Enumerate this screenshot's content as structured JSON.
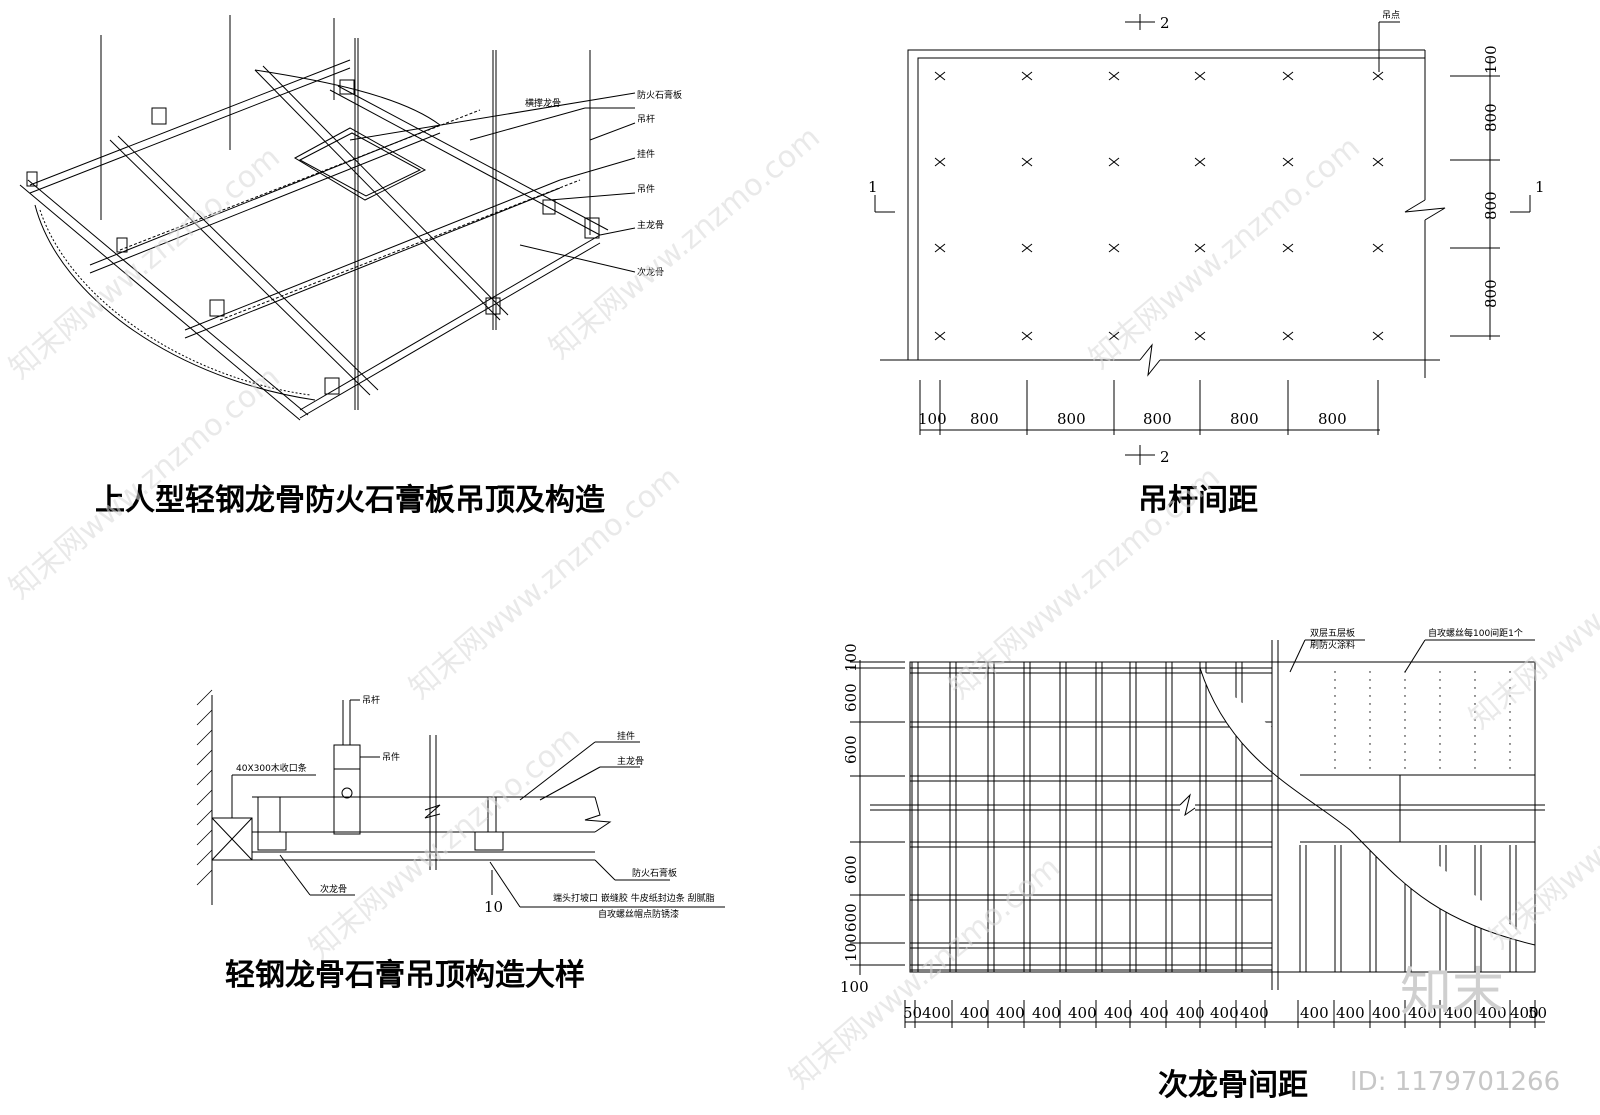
{
  "titles": {
    "iso": "上人型轻钢龙骨防火石膏板吊顶及构造",
    "rod": "吊杆间距",
    "detail": "轻钢龙骨石膏吊顶构造大样",
    "secondary": "次龙骨间距"
  },
  "iso_labels": [
    "横撑龙骨",
    "防火石膏板",
    "吊杆",
    "挂件",
    "吊件",
    "主龙骨",
    "次龙骨"
  ],
  "rod_plan": {
    "hanger_point": "吊点",
    "section2": "2",
    "section1": "1",
    "bottom_dims": [
      "100",
      "800",
      "800",
      "800",
      "800",
      "800"
    ],
    "right_dims": [
      "100",
      "800",
      "800",
      "800"
    ]
  },
  "detail_labels": {
    "rod": "吊杆",
    "hanger": "吊件",
    "trim": "40X300木收口条",
    "clip": "挂件",
    "main": "主龙骨",
    "board": "防火石膏板",
    "secondary": "次龙骨",
    "note1": "端头打坡口  嵌缝胶  牛皮纸封边条  刮腻脂",
    "note2": "自攻螺丝帽点防锈漆",
    "ten": "10"
  },
  "secondary_plan": {
    "label_board": "双层五层板",
    "label_paint": "刷防火涂料",
    "label_screw": "自攻螺丝每100间距1个",
    "left_dims": [
      "100",
      "600",
      "100",
      "600",
      "600",
      "600",
      "100"
    ],
    "bottom_dims_left": [
      "50",
      "400",
      "400",
      "400",
      "400",
      "400",
      "400",
      "400",
      "400",
      "400",
      "400"
    ],
    "bottom_dims_right": [
      "400",
      "400",
      "400",
      "400",
      "400",
      "400",
      "400",
      "50"
    ]
  },
  "watermarks": [
    "知末网www.znzmo.com"
  ],
  "brand": {
    "logo": "知末",
    "id": "ID: 1179701266"
  }
}
